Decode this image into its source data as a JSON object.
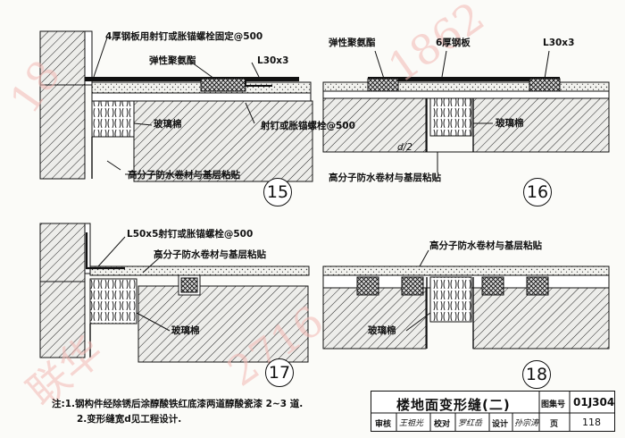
{
  "labels": {
    "d15_plate": "4厚钢板用射钉或胀锚螺栓固定@500",
    "d15_sealant": "弹性聚氨酯",
    "d15_angle": "L30x3",
    "d15_nail": "射钉或胀锚螺栓@500",
    "d15_glasswool": "玻璃棉",
    "d15_membrane": "高分子防水卷材与基层粘贴",
    "d16_sealant": "弹性聚氨酯",
    "d16_plate": "6厚钢板",
    "d16_angle": "L30x3",
    "d16_glasswool": "玻璃棉",
    "d16_membrane": "高分子防水卷材与基层粘贴",
    "d16_dim": "d/2",
    "d17_angle": "L50x5射钉或胀锚螺栓@500",
    "d17_membrane": "高分子防水卷材与基层粘贴",
    "d17_glasswool": "玻璃棉",
    "d18_membrane": "高分子防水卷材与基层粘贴",
    "d18_glasswool": "玻璃棉"
  },
  "detail_numbers": [
    "15",
    "16",
    "17",
    "18"
  ],
  "notes": {
    "note1": "注:1.钢构件经除锈后涂醇酸铁红底漆两道醇酸瓷漆 2~3 道.",
    "note2": "2.变形缝宽d见工程设计."
  },
  "title_block": {
    "title": "楼地面变形缝(二)",
    "atlas_label": "图集号",
    "atlas_no": "01J304",
    "review_label": "审核",
    "review_sig": "王祖光",
    "check_label": "校对",
    "check_sig": "罗红岳",
    "design_label": "设计",
    "design_sig": "孙宗涛",
    "page_label": "页",
    "page_no": "118"
  },
  "watermarks": [
    "18",
    "联华",
    "1862",
    "2716"
  ]
}
